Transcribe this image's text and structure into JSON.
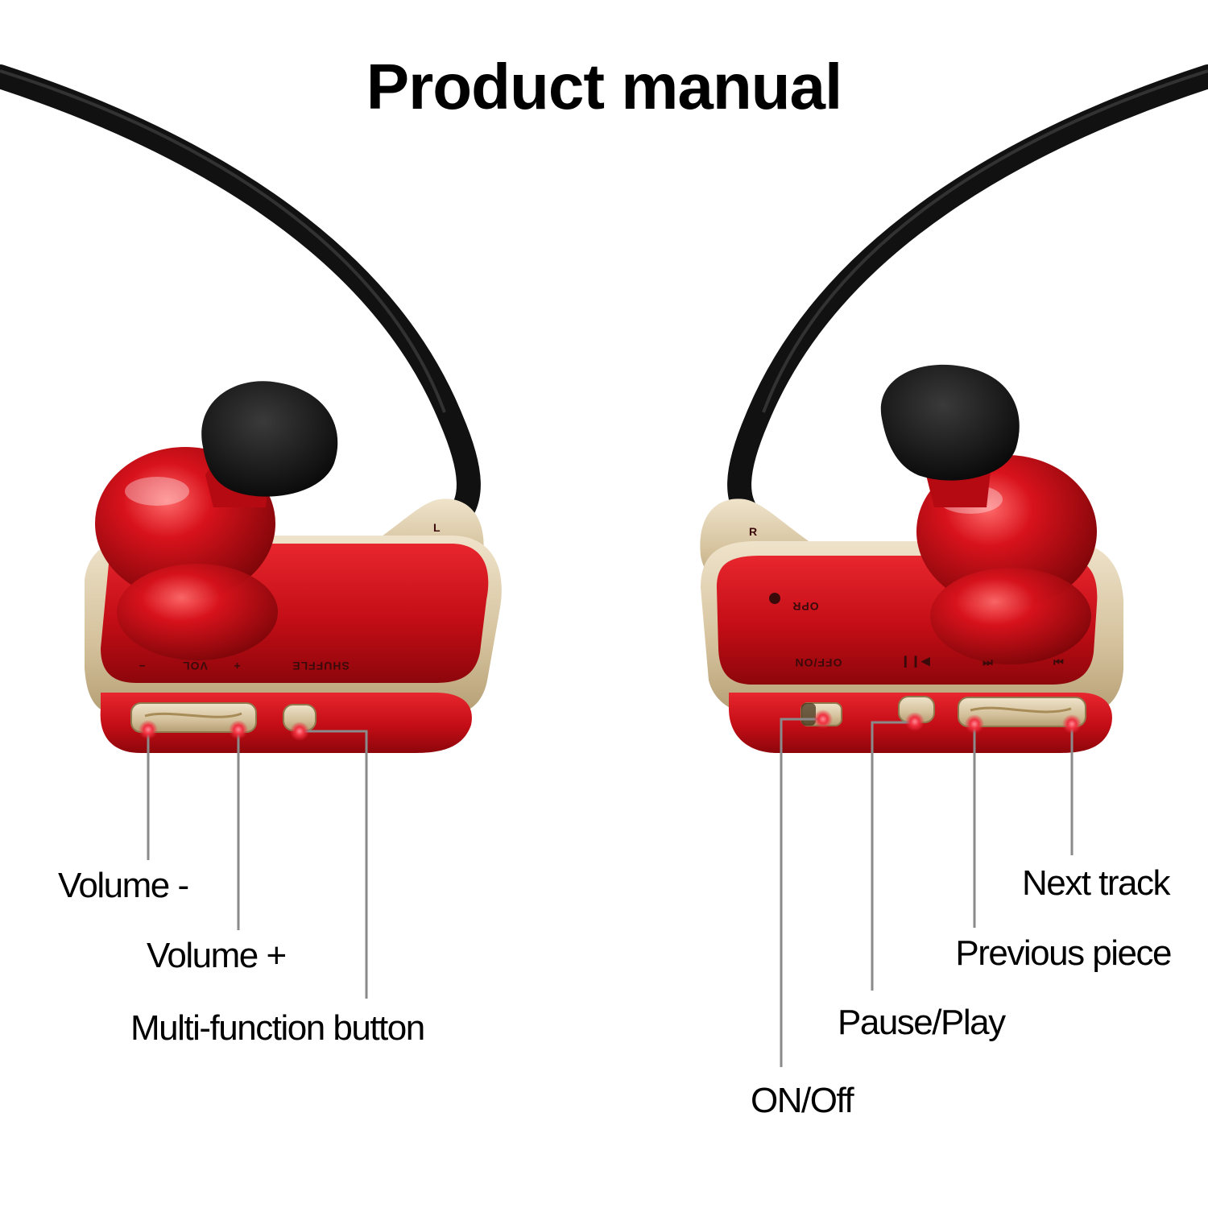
{
  "title": "Product manual",
  "left_earbud": {
    "engraving": {
      "shuffle": "SHUFFLE",
      "vol_plus": "+",
      "vol": "VOL",
      "vol_minus": "−",
      "side": "L"
    },
    "labels": {
      "volume_minus": "Volume -",
      "volume_plus": "Volume +",
      "multi_function": "Multi-function button"
    }
  },
  "right_earbud": {
    "engraving": {
      "opr": "OPR",
      "off_on": "OFF/ON",
      "play_pause": "▶❙❙",
      "prev": "⏮",
      "next": "⏭",
      "side": "R"
    },
    "labels": {
      "next_track": "Next track",
      "previous_piece": "Previous piece",
      "pause_play": "Pause/Play",
      "on_off": "ON/Off"
    }
  },
  "colors": {
    "body_red": "#c8101a",
    "shell_gold": "#d9c9a8",
    "cable": "#111111",
    "marker": "#f03a4a",
    "leader": "#8a8a8a"
  }
}
